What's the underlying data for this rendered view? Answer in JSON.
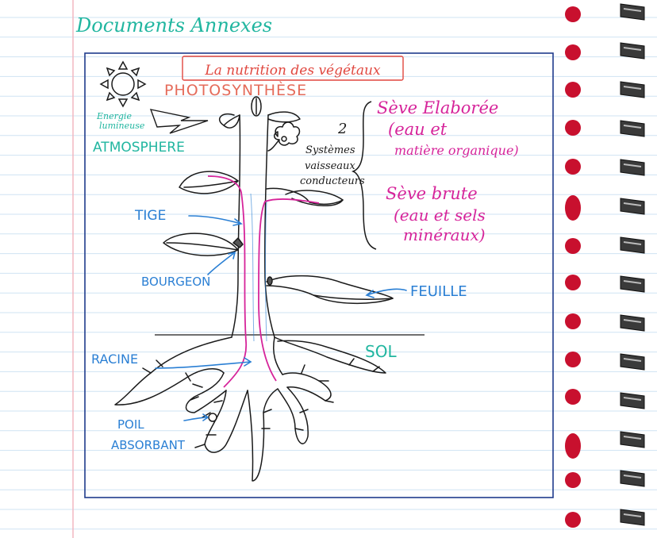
{
  "page": {
    "heading": "Documents Annexes",
    "heading_color": "#21b6a0"
  },
  "diagram": {
    "title": "La nutrition des végétaux",
    "photosynthesis": "PHOTOSYNTHÈSE",
    "energy_line1": "Energie",
    "energy_line2": "lumineuse",
    "atmosphere": "ATMOSPHERE",
    "systems_number": "2",
    "systems_line1": "Systèmes",
    "systems_line2": "vaisseaux",
    "systems_line3": "conducteurs",
    "elaborated_sap": {
      "line1": "Sève Elaborée",
      "line2": "(eau et",
      "line3": "matière organique)"
    },
    "raw_sap": {
      "line1": "Sève brute",
      "line2": "(eau et sels",
      "line3": "minéraux)"
    },
    "labels": {
      "stem": "TIGE",
      "bud": "BOURGEON",
      "leaf": "FEUILLE",
      "soil": "SOL",
      "root": "RACINE",
      "root_hair_line1": "POIL",
      "root_hair_line2": "ABSORBANT"
    }
  },
  "colors": {
    "teal": "#21b6a0",
    "blue": "#2a7fd4",
    "magenta": "#d6249a",
    "red_title": "#e0473f",
    "ink": "#1a1a1a",
    "frame": "#1f3b8c",
    "rule": "#cfe3f3",
    "margin": "#f2b7c0",
    "hole": "#c8102e"
  }
}
